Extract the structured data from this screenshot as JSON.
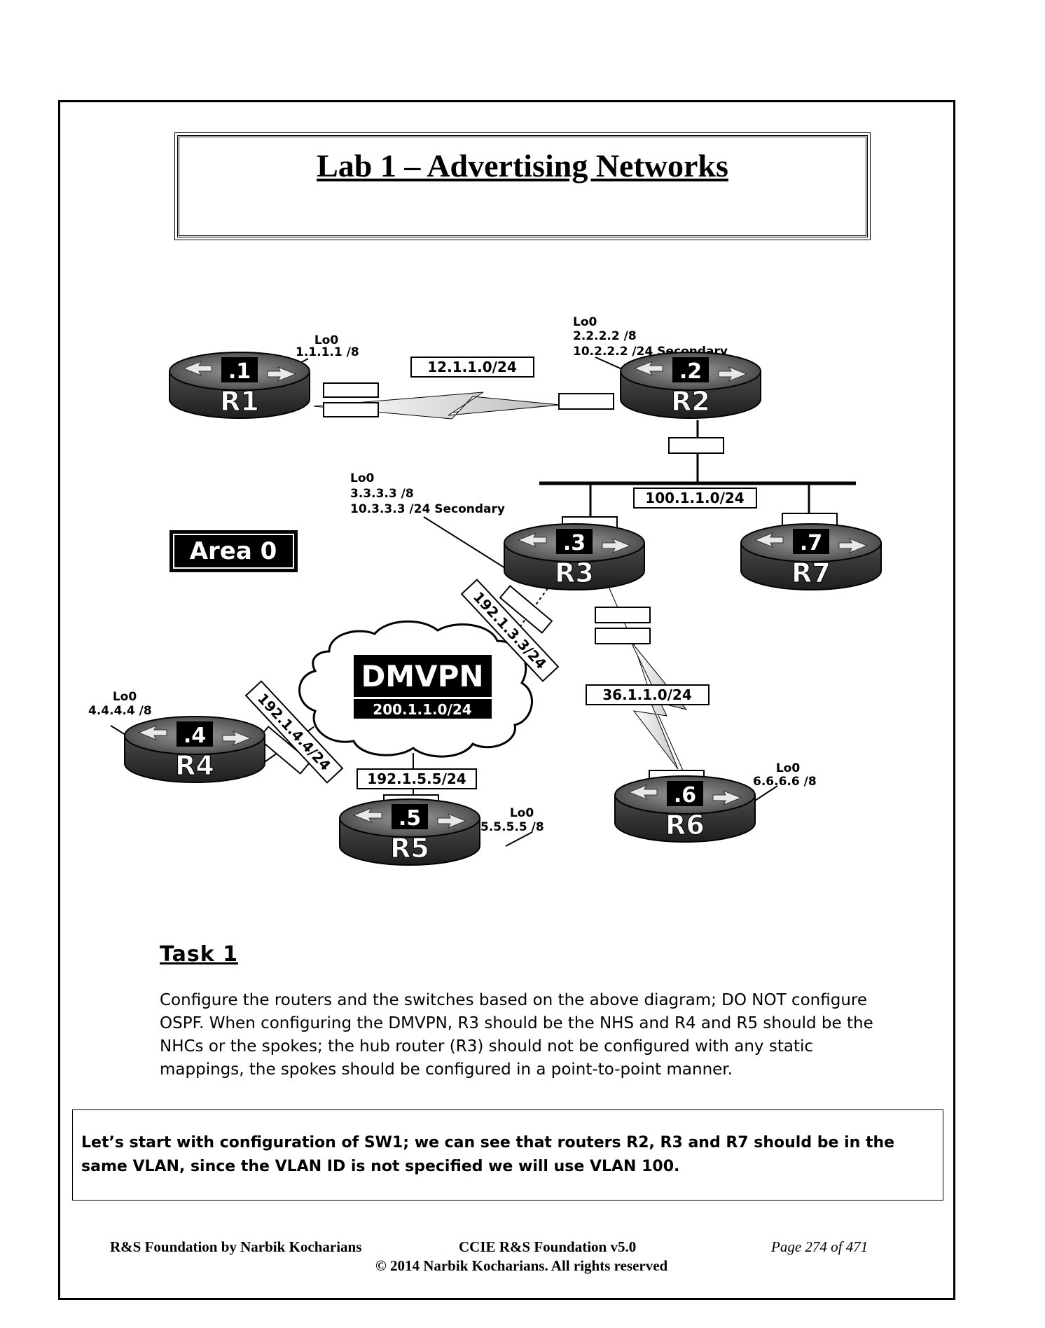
{
  "title": "Lab 1 – Advertising Networks",
  "area_label": "Area 0",
  "dmvpn": {
    "label": "DMVPN",
    "subnet": "200.1.1.0/24"
  },
  "routers": [
    {
      "name": "R1",
      "id": ".1",
      "lo_label": "Lo0",
      "lo_lines": [
        "1.1.1.1 /8"
      ]
    },
    {
      "name": "R2",
      "id": ".2",
      "lo_label": "Lo0",
      "lo_lines": [
        "2.2.2.2 /8",
        "10.2.2.2 /24  Secondary"
      ]
    },
    {
      "name": "R3",
      "id": ".3",
      "lo_label": "Lo0",
      "lo_lines": [
        "3.3.3.3 /8",
        "10.3.3.3 /24  Secondary"
      ]
    },
    {
      "name": "R4",
      "id": ".4",
      "lo_label": "Lo0",
      "lo_lines": [
        "4.4.4.4 /8"
      ]
    },
    {
      "name": "R5",
      "id": ".5",
      "lo_label": "Lo0",
      "lo_lines": [
        "5.5.5.5 /8"
      ]
    },
    {
      "name": "R6",
      "id": ".6",
      "lo_label": "Lo0",
      "lo_lines": [
        "6.6.6.6 /8"
      ]
    },
    {
      "name": "R7",
      "id": ".7"
    }
  ],
  "links": {
    "r1_r2": "12.1.1.0/24",
    "lan": "100.1.1.0/24",
    "r3_r6": "36.1.1.0/24",
    "r3_tunnel": "192.1.3.3/24",
    "r4_tunnel": "192.1.4.4/24",
    "r5_tunnel": "192.1.5.5/24"
  },
  "task": {
    "heading": "Task 1",
    "body": "Configure the routers and the switches based on the above diagram;  DO NOT configure OSPF. When configuring the DMVPN, R3 should be the NHS and R4 and R5 should be the NHCs or the spokes; the hub router (R3) should not be configured with any static mappings, the spokes should be configured in a point-to-point manner."
  },
  "note": "Let’s start with configuration of SW1; we can see that routers R2, R3 and R7 should be in the same VLAN, since the VLAN ID is not specified we will use VLAN 100.",
  "footer": {
    "left": "R&S Foundation by Narbik Kocharians",
    "center": "CCIE R&S Foundation v5.0",
    "right": "Page 274 of 471",
    "copyright": "© 2014 Narbik Kocharians. All rights reserved"
  }
}
